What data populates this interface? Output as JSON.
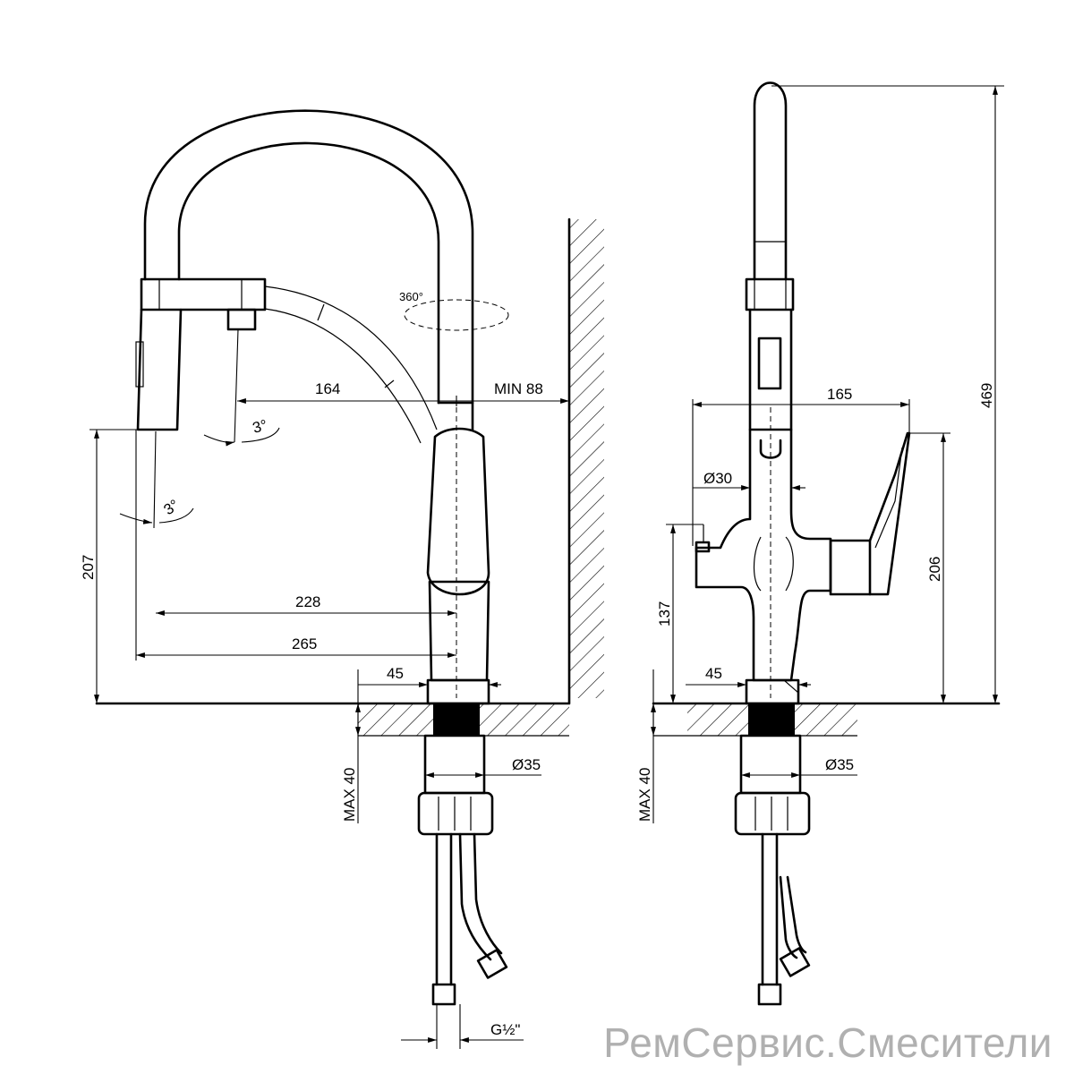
{
  "dimensions": {
    "d164": "164",
    "min88": "MIN 88",
    "a3top": "3°",
    "a3bot": "3°",
    "d360": "360°",
    "d207": "207",
    "d228": "228",
    "d265": "265",
    "d45left": "45",
    "d35left": "Ø35",
    "max40left": "MAX 40",
    "g12": "G½\"",
    "d165": "165",
    "d30": "Ø30",
    "d469": "469",
    "d206": "206",
    "d137": "137",
    "d45right": "45",
    "d35right": "Ø35",
    "max40right": "MAX 40"
  },
  "watermark": "РемСервис.Смесители"
}
